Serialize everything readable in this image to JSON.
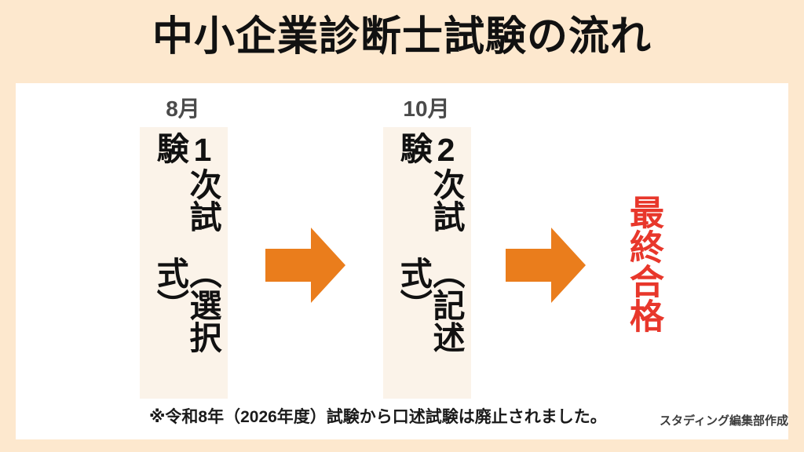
{
  "slide": {
    "title": "中小企業診断士試験の流れ",
    "background_color": "#fde8ce",
    "panel_color": "#ffffff"
  },
  "flow": {
    "stages": [
      {
        "month_label": "8月",
        "number": "1",
        "name": "次試験",
        "format": "（選択式）",
        "box_color": "#fbf3e9"
      },
      {
        "month_label": "10月",
        "number": "2",
        "name": "次試験",
        "format": "（記述式）",
        "box_color": "#fbf3e9"
      }
    ],
    "arrows": [
      {
        "name": "arrow-1",
        "color": "#ea7d1c"
      },
      {
        "name": "arrow-2",
        "color": "#ea7d1c"
      }
    ],
    "result": {
      "label": "最終合格",
      "color": "#e8372b"
    }
  },
  "footnote": "※令和8年（2026年度）試験から口述試験は廃止されました。",
  "credit": "スタディング編集部作成"
}
